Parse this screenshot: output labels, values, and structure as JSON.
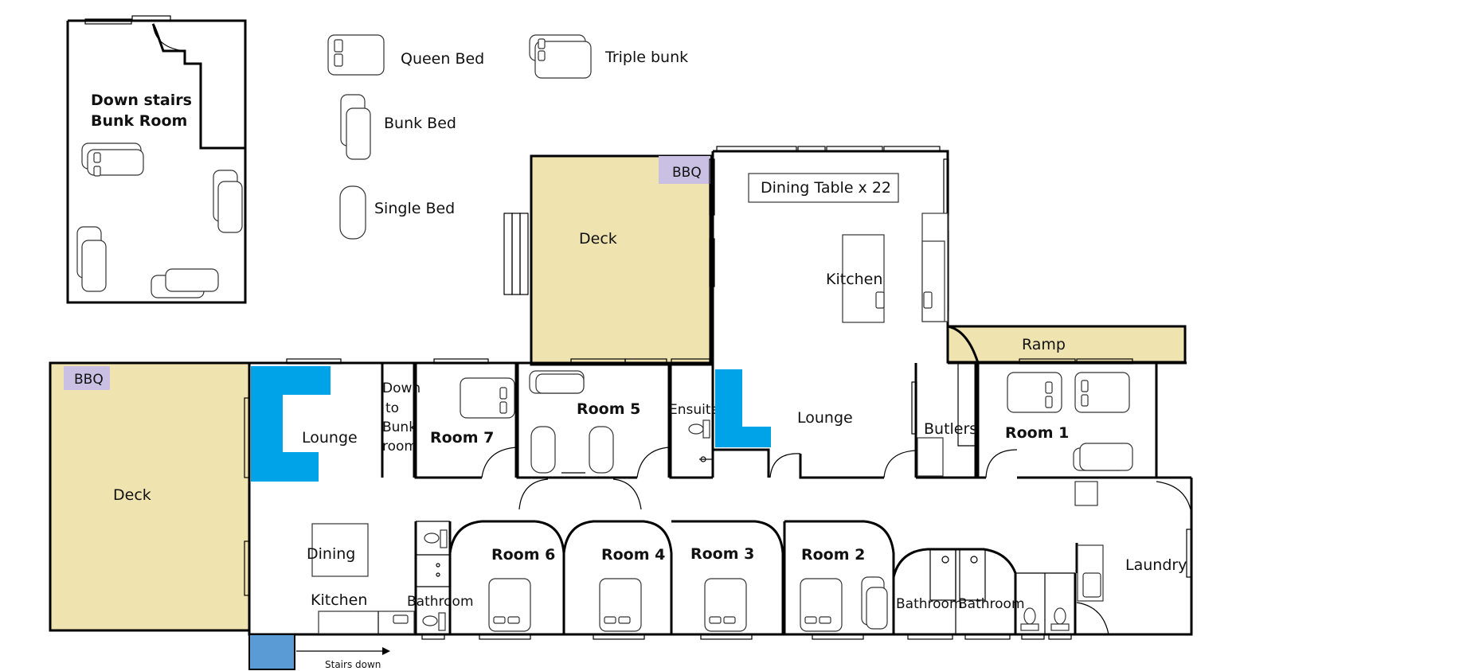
{
  "colors": {
    "deck": "#efe3b0",
    "bbq": "#c9c0e3",
    "sofa": "#00a2e8",
    "stairs": "#5b9bd5",
    "wall": "#000000"
  },
  "legend": {
    "queen": "Queen Bed",
    "triple": "Triple bunk",
    "bunk": "Bunk Bed",
    "single": "Single Bed"
  },
  "downstairs": {
    "line1": "Down stairs",
    "line2": "Bunk Room"
  },
  "areas": {
    "deck_top": "Deck",
    "bbq_top": "BBQ",
    "dining_table": "Dining Table x 22",
    "kitchen_main": "Kitchen",
    "ramp": "Ramp",
    "deck_left": "Deck",
    "bbq_left": "BBQ",
    "lounge_left": "Lounge",
    "down_to_bunk": [
      "Down",
      "to",
      "Bunk",
      "room"
    ],
    "lounge_main": "Lounge",
    "ensuite": "Ensuite",
    "butlers": "Butlers",
    "dining": "Dining",
    "kitchen_small": "Kitchen",
    "bathroom_left": "Bathroom",
    "bathroom_a": "Bathroom",
    "bathroom_b": "Bathroom",
    "laundry": "Laundry",
    "stairs_down": "Stairs down"
  },
  "rooms": {
    "room1": "Room 1",
    "room2": "Room 2",
    "room3": "Room 3",
    "room4": "Room 4",
    "room5": "Room 5",
    "room6": "Room 6",
    "room7": "Room 7"
  }
}
